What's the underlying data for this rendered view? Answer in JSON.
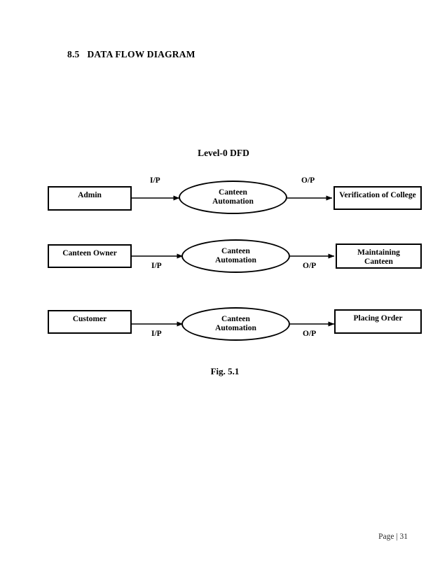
{
  "document": {
    "section_number": "8.5",
    "section_title": "DATA FLOW DIAGRAM",
    "diagram_title": "Level-0 DFD",
    "figure_caption": "Fig. 5.1",
    "page_footer": "Page | 31"
  },
  "diagram": {
    "process_label": "Canteen\nAutomation",
    "input_label": "I/P",
    "output_label": "O/P",
    "rows": [
      {
        "source": "Admin",
        "process": "Canteen\nAutomation",
        "target": "Verification of College",
        "input_label": "I/P",
        "output_label": "O/P",
        "label_position": "above"
      },
      {
        "source": "Canteen Owner",
        "process": "Canteen\nAutomation",
        "target": "Maintaining\nCanteen",
        "input_label": "I/P",
        "output_label": "O/P",
        "label_position": "below"
      },
      {
        "source": "Customer",
        "process": "Canteen\nAutomation",
        "target": "Placing Order",
        "input_label": "I/P",
        "output_label": "O/P",
        "label_position": "below"
      }
    ]
  },
  "colors": {
    "page_background": "#ffffff",
    "ink": "#000000",
    "footer_text": "#2a2a2a"
  }
}
